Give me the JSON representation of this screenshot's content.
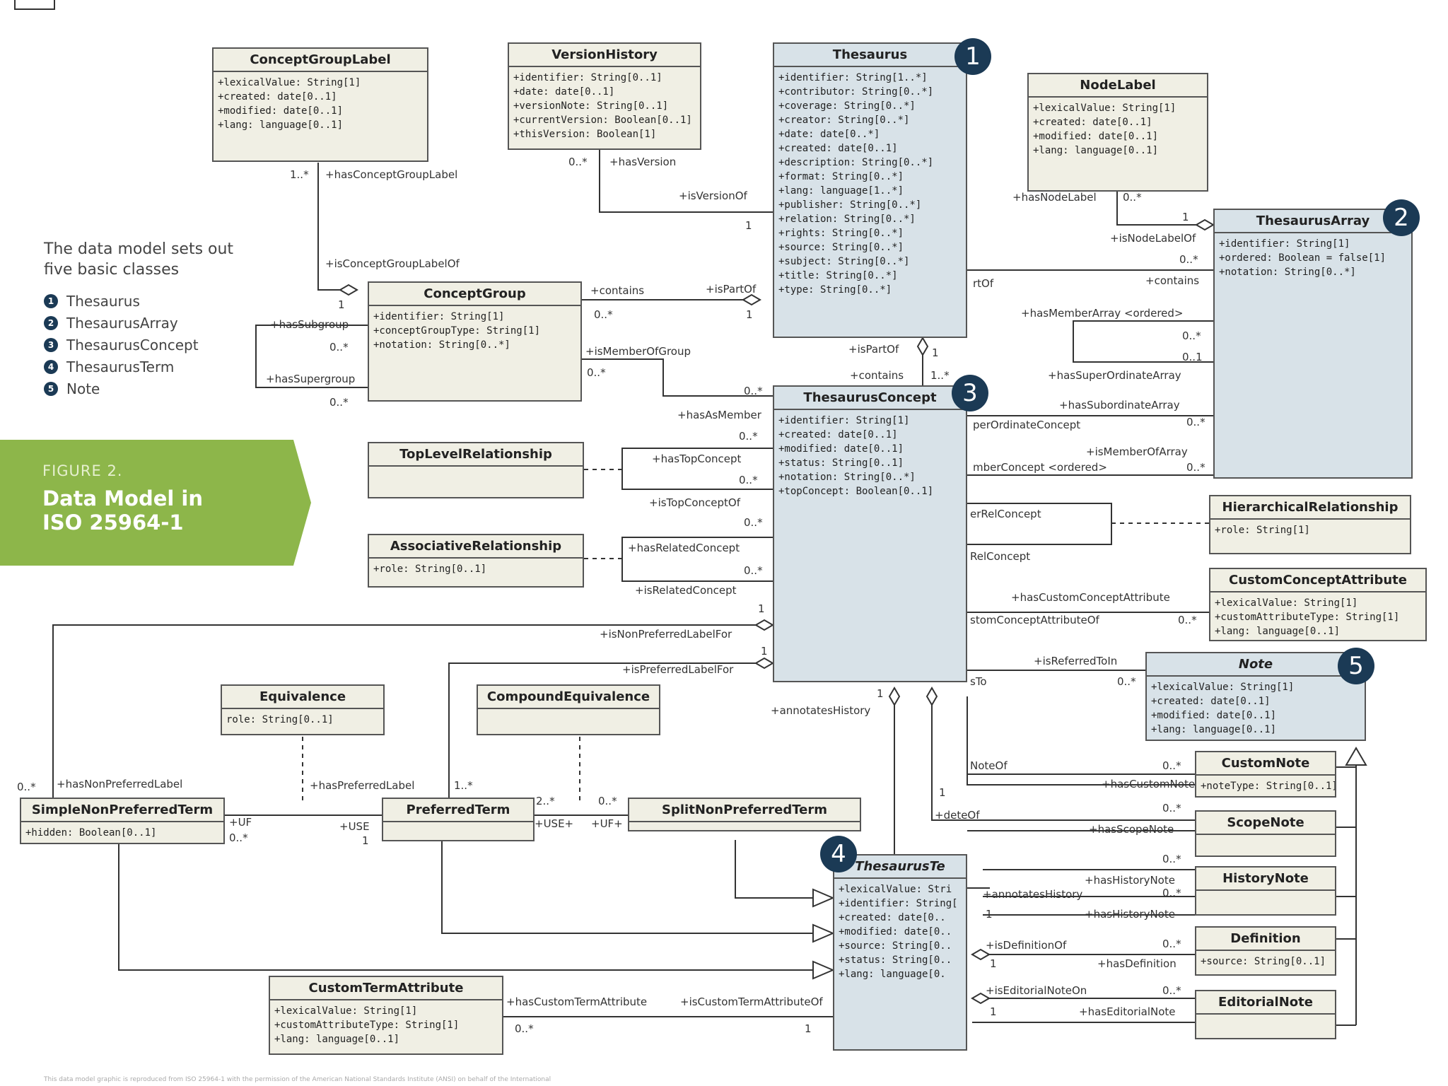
{
  "intro": {
    "line1": "The data model sets out",
    "line2": "five basic classes",
    "items": [
      {
        "num": "1",
        "label": "Thesaurus"
      },
      {
        "num": "2",
        "label": "ThesaurusArray"
      },
      {
        "num": "3",
        "label": "ThesaurusConcept"
      },
      {
        "num": "4",
        "label": "ThesaurusTerm"
      },
      {
        "num": "5",
        "label": "Note"
      }
    ]
  },
  "figure": {
    "label": "FIGURE 2.",
    "title1": "Data Model in",
    "title2": "ISO 25964-1"
  },
  "badges": {
    "b1": "1",
    "b2": "2",
    "b3": "3",
    "b4": "4",
    "b5": "5"
  },
  "classes": {
    "concept_group_label": {
      "name": "ConceptGroupLabel",
      "attrs": [
        "+lexicalValue: String[1]",
        "+created: date[0..1]",
        "+modified: date[0..1]",
        "+lang: language[0..1]"
      ]
    },
    "version_history": {
      "name": "VersionHistory",
      "attrs": [
        "+identifier: String[0..1]",
        "+date: date[0..1]",
        "+versionNote: String[0..1]",
        "+currentVersion: Boolean[0..1]",
        "+thisVersion: Boolean[1]"
      ]
    },
    "thesaurus": {
      "name": "Thesaurus",
      "attrs": [
        "+identifier: String[1..*]",
        "+contributor: String[0..*]",
        "+coverage: String[0..*]",
        "+creator: String[0..*]",
        "+date: date[0..*]",
        "+created: date[0..1]",
        "+description: String[0..*]",
        "+format: String[0..*]",
        "+lang: language[1..*]",
        "+publisher: String[0..*]",
        "+relation: String[0..*]",
        "+rights: String[0..*]",
        "+source: String[0..*]",
        "+subject: String[0..*]",
        "+title: String[0..*]",
        "+type: String[0..*]"
      ]
    },
    "node_label": {
      "name": "NodeLabel",
      "attrs": [
        "+lexicalValue: String[1]",
        "+created: date[0..1]",
        "+modified: date[0..1]",
        "+lang: language[0..1]"
      ]
    },
    "thesaurus_array": {
      "name": "ThesaurusArray",
      "attrs": [
        "+identifier: String[1]",
        "+ordered: Boolean = false[1]",
        "+notation: String[0..*]"
      ]
    },
    "concept_group": {
      "name": "ConceptGroup",
      "attrs": [
        "+identifier: String[1]",
        "+conceptGroupType: String[1]",
        "+notation: String[0..*]"
      ]
    },
    "thesaurus_concept": {
      "name": "ThesaurusConcept",
      "attrs": [
        "+identifier: String[1]",
        "+created: date[0..1]",
        "+modified: date[0..1]",
        "+status: String[0..1]",
        "+notation: String[0..*]",
        "+topConcept: Boolean[0..1]"
      ]
    },
    "top_level_relationship": {
      "name": "TopLevelRelationship",
      "attrs": []
    },
    "associative_relationship": {
      "name": "AssociativeRelationship",
      "attrs": [
        "+role: String[0..1]"
      ]
    },
    "hierarchical_relationship": {
      "name": "HierarchicalRelationship",
      "attrs": [
        "+role: String[1]"
      ]
    },
    "custom_concept_attribute": {
      "name": "CustomConceptAttribute",
      "attrs": [
        "+lexicalValue: String[1]",
        "+customAttributeType: String[1]",
        "+lang: language[0..1]"
      ]
    },
    "note": {
      "name": "Note",
      "attrs": [
        "+lexicalValue: String[1]",
        "+created: date[0..1]",
        "+modified: date[0..1]",
        "+lang: language[0..1]"
      ]
    },
    "equivalence": {
      "name": "Equivalence",
      "attrs": [
        "role: String[0..1]"
      ]
    },
    "compound_equivalence": {
      "name": "CompoundEquivalence",
      "attrs": []
    },
    "simple_non_preferred_term": {
      "name": "SimpleNonPreferredTerm",
      "attrs": [
        "+hidden: Boolean[0..1]"
      ]
    },
    "preferred_term": {
      "name": "PreferredTerm",
      "attrs": []
    },
    "split_non_preferred_term": {
      "name": "SplitNonPreferredTerm",
      "attrs": []
    },
    "custom_note": {
      "name": "CustomNote",
      "attrs": [
        "+noteType: String[0..1]"
      ]
    },
    "scope_note": {
      "name": "ScopeNote",
      "attrs": []
    },
    "history_note": {
      "name": "HistoryNote",
      "attrs": []
    },
    "definition": {
      "name": "Definition",
      "attrs": [
        "+source: String[0..1]"
      ]
    },
    "editorial_note": {
      "name": "EditorialNote",
      "attrs": []
    },
    "thesaurus_term": {
      "name": "ThesaurusTe",
      "attrs": [
        "+lexicalValue: Stri",
        "+identifier: String[",
        "+created: date[0..",
        "+modified: date[0..",
        "+source: String[0..",
        "+status: String[0..",
        "+lang: language[0."
      ]
    },
    "custom_term_attribute": {
      "name": "CustomTermAttribute",
      "attrs": [
        "+lexicalValue: String[1]",
        "+customAttributeType: String[1]",
        "+lang: language[0..1]"
      ]
    }
  },
  "labels": {
    "m_1_star_cgl": "1..*",
    "has_concept_group_label": "+hasConceptGroupLabel",
    "is_concept_group_label_of": "+isConceptGroupLabelOf",
    "m_1_cgl_cg": "1",
    "m_0_star_vh": "0..*",
    "has_version": "+hasVersion",
    "is_version_of": "+isVersionOf",
    "m_1_vh": "1",
    "has_subgroup": "+hasSubgroup",
    "m_0_star_sub": "0..*",
    "has_supergroup": "+hasSupergroup",
    "m_0_star_sup": "0..*",
    "contains_cg": "+contains",
    "m_0_star_contains": "0..*",
    "is_part_of_cg": "+isPartOf",
    "m_1_ispartof": "1",
    "is_member_of_group": "+isMemberOfGroup",
    "m_0_star_mog": "0..*",
    "m_0_star_mog2": "0..*",
    "has_as_member": "+hasAsMember",
    "is_part_of_tc": "+isPartOf",
    "m_1_tc": "1",
    "contains_tc": "+contains",
    "m_1_star_tc": "1..*",
    "has_node_label": "+hasNodeLabel",
    "m_0_star_nl": "0..*",
    "m_1_nl": "1",
    "is_node_label_of": "+isNodeLabelOf",
    "art_of": "rtOf",
    "m_0_star_ta": "0..*",
    "contains_ta": "+contains",
    "has_member_array": "+hasMemberArray <ordered>",
    "m_0_star_ma": "0..*",
    "m_0_1_ma": "0..1",
    "has_super_ordinate_array": "+hasSuperOrdinateArray",
    "has_subordinate_array": "+hasSubordinateArray",
    "per_ordinate_concept": "perOrdinateConcept",
    "m_0_star_poc": "0..*",
    "is_member_of_array": "+isMemberOfArray",
    "mber_concept_ordered": "mberConcept <ordered>",
    "m_0_star_mca": "0..*",
    "m_0_star_top1": "0..*",
    "has_top_concept": "+hasTopConcept",
    "m_0_star_top2": "0..*",
    "is_top_concept_of": "+isTopConceptOf",
    "m_0_star_rel1": "0..*",
    "has_related_concept": "+hasRelatedConcept",
    "m_0_star_rel2": "0..*",
    "is_related_concept": "+isRelatedConcept",
    "er_rel_concept": "erRelConcept",
    "rel_concept": "RelConcept",
    "has_custom_concept_attribute": "+hasCustomConceptAttribute",
    "stom_concept_attribute_of": "stomConceptAttributeOf",
    "m_0_star_cca": "0..*",
    "m_1_npl": "1",
    "is_non_preferred_label_for": "+isNonPreferredLabelFor",
    "m_1_pl": "1",
    "is_preferred_label_for": "+isPreferredLabelFor",
    "is_referred_to_in": "+isReferredToIn",
    "m_0_star_ref": "0..*",
    "s_to": "sTo",
    "m_1_annot": "1",
    "annotates_history": "+annotatesHistory",
    "note_of": "NoteOf",
    "m_0_star_cn": "0..*",
    "has_custom_note": "+hasCustomNote",
    "m_1_de": "1",
    "de_of": "+deteOf",
    "m_0_star_sn": "0..*",
    "has_scope_note": "+hasScopeNote",
    "m_0_star_hn": "0..*",
    "has_history_note": "+hasHistoryNote",
    "annotates_history_2": "+annotatesHistory",
    "m_0_star_hn2": "0..*",
    "m_1_hn2": "1",
    "has_history_note_2": "+hasHistoryNote",
    "is_definition_of": "+isDefinitionOf",
    "m_0_star_def": "0..*",
    "m_1_def": "1",
    "has_definition": "+hasDefinition",
    "is_editorial_note_on": "+isEditorialNoteOn",
    "m_0_star_ed": "0..*",
    "m_1_ed": "1",
    "has_editorial_note": "+hasEditorialNote",
    "m_0_star_snpt": "0..*",
    "has_non_preferred_label": "+hasNonPreferredLabel",
    "has_preferred_label": "+hasPreferredLabel",
    "m_1_star_pt": "1..*",
    "uf_1": "+UF",
    "m_0_star_uf": "0..*",
    "use_1": "+USE",
    "m_1_use": "1",
    "m_2_star": "2..*",
    "use_plus": "+USE+",
    "m_0_star_uf2": "0..*",
    "uf_plus": "+UF+",
    "has_custom_term_attribute": "+hasCustomTermAttribute",
    "is_custom_term_attribute_of": "+isCustomTermAttributeOf",
    "m_0_star_cta": "0..*",
    "m_1_cta": "1"
  },
  "credit": "This data model graphic is reproduced from ISO 25964-1 with the permission of the American National Standards Institute (ANSI) on behalf of the International"
}
